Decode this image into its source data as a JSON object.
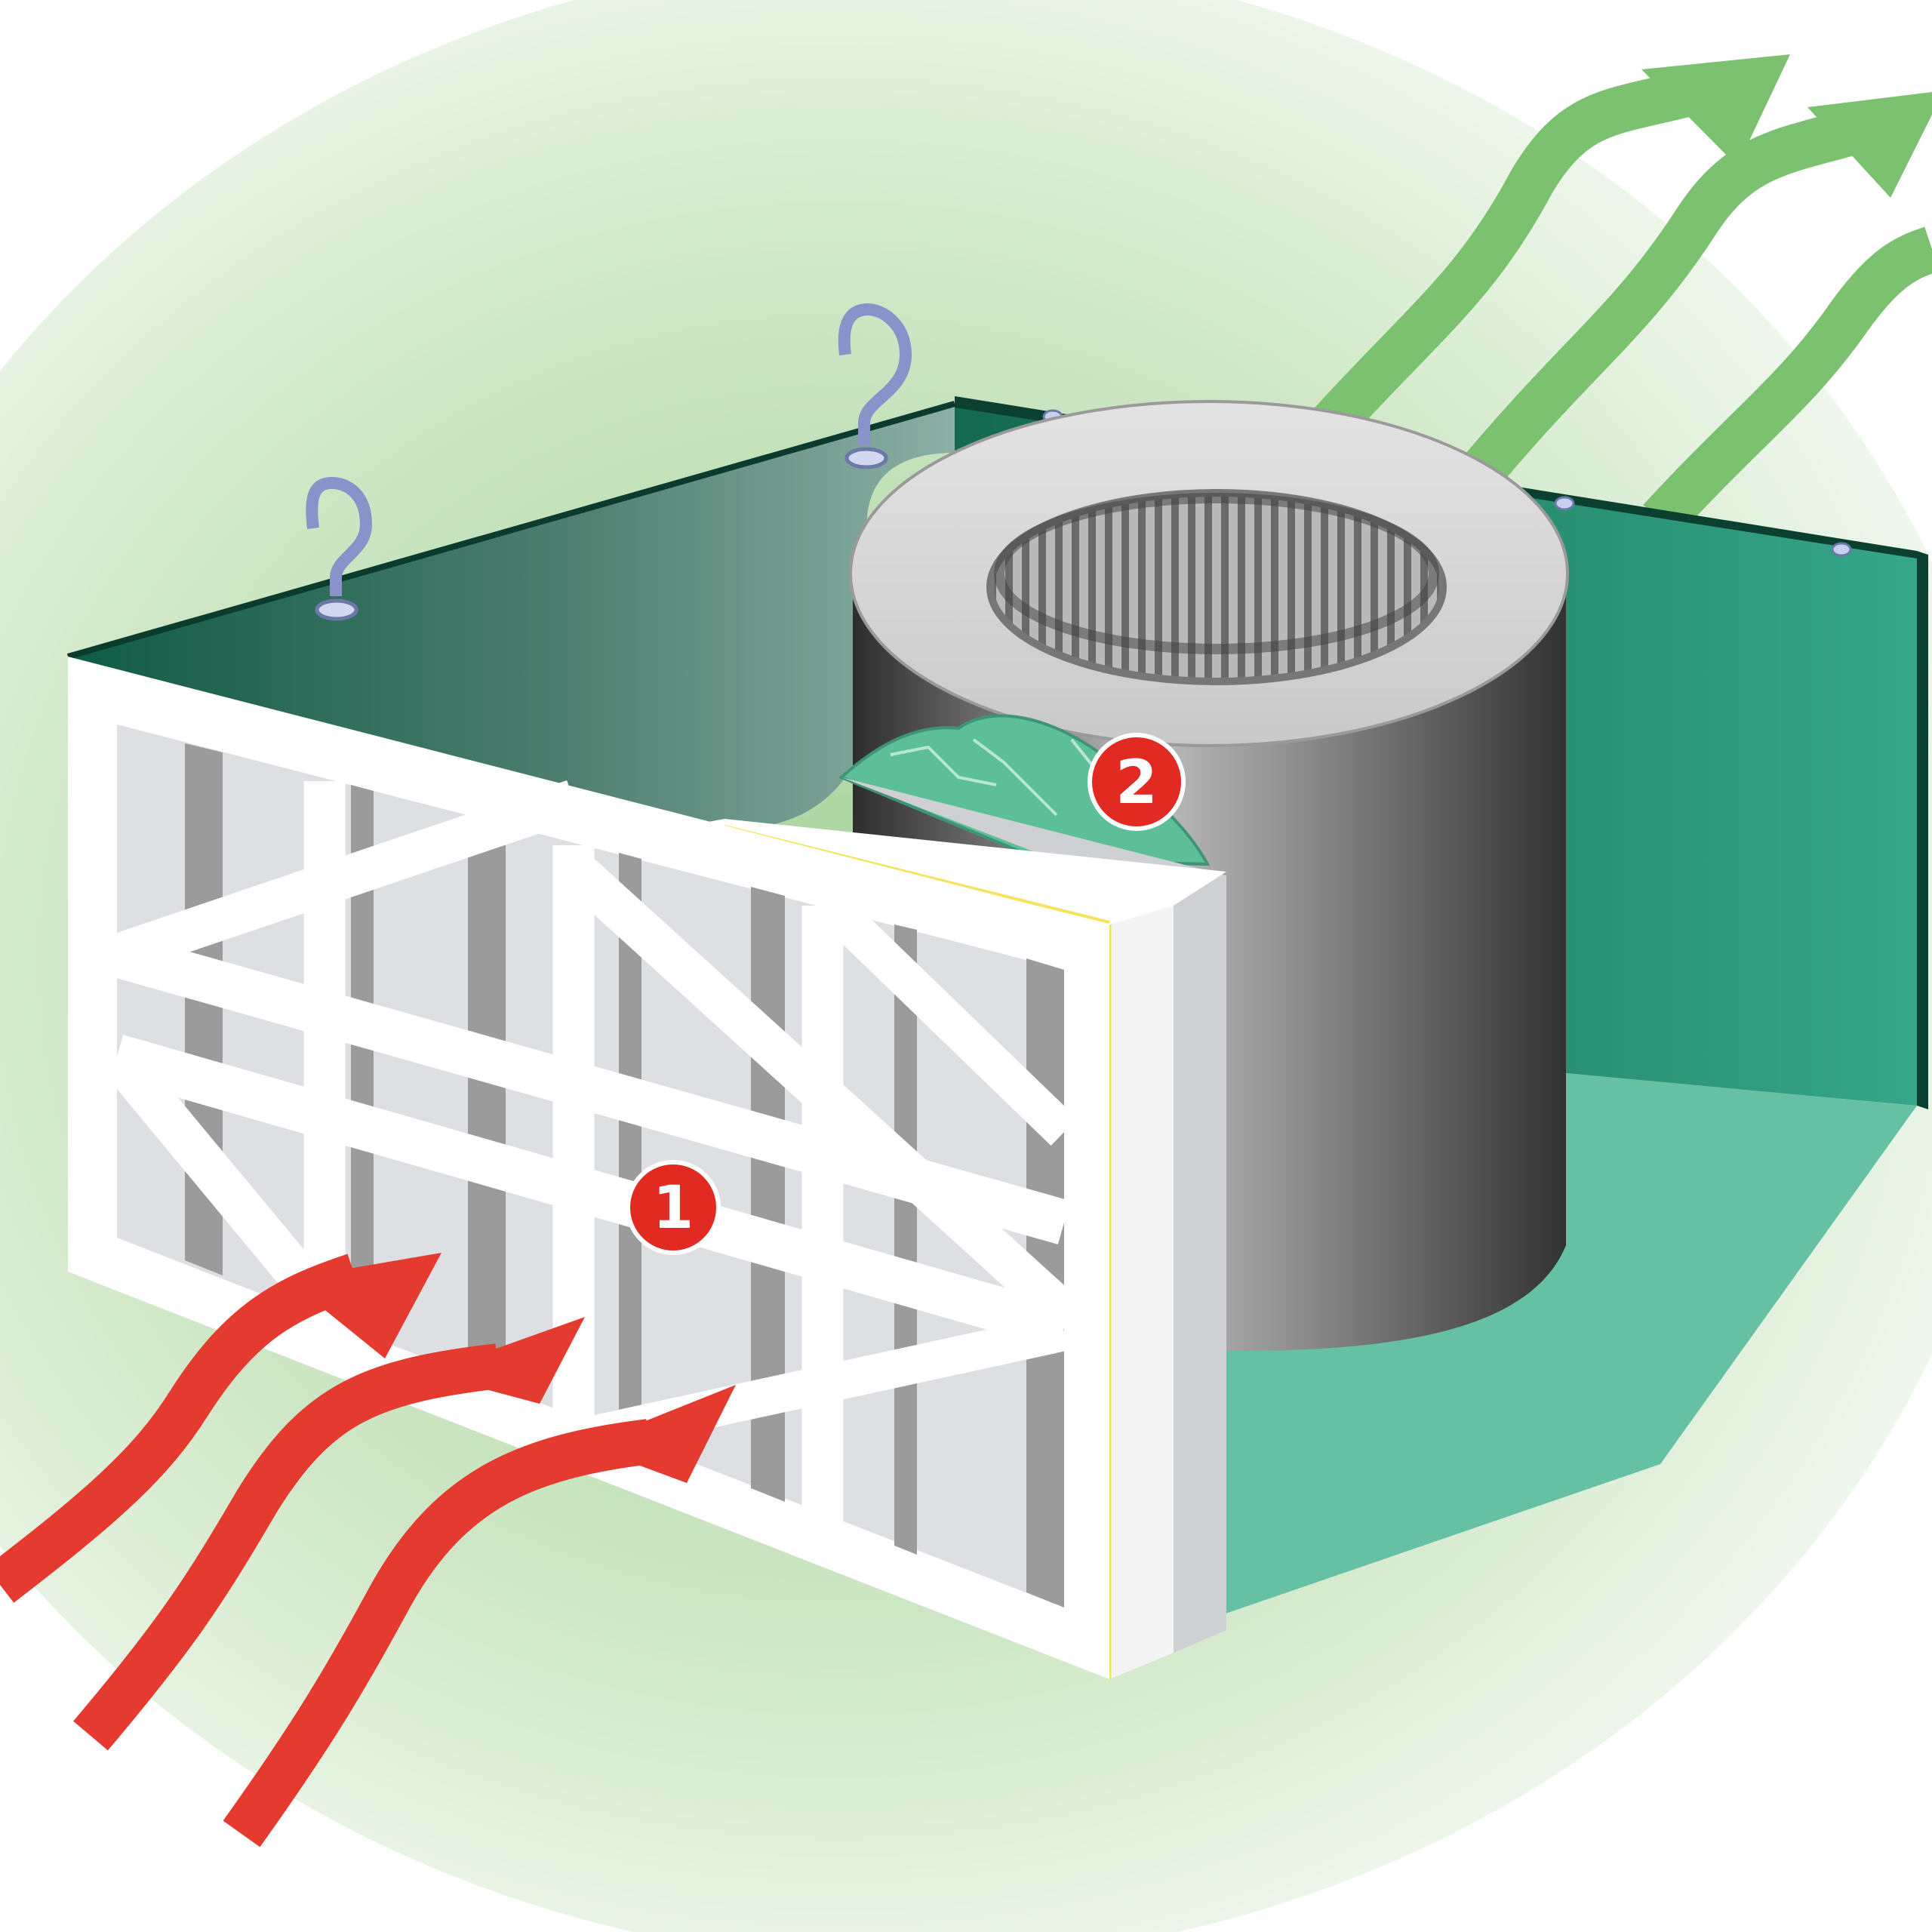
{
  "colors": {
    "background_glow": "#b9dcae",
    "housing_dark": "#0b4f3c",
    "housing_light": "#2f9a7f",
    "housing_top": "#7aa79a",
    "housing_floor": "#66c0a4",
    "filter_frame": "#ffffff",
    "filter_pleat_light": "#dedfe3",
    "filter_pleat_dark": "#9b9b9b",
    "cylinder_light": "#d4d4d4",
    "cylinder_dark": "#3a3a3a",
    "carbon_media": "#5cbf97",
    "hook": "#b9c0e6",
    "intake_arrow": "#e53a2f",
    "exhaust_arrow": "#7cc170",
    "marker_fill": "#e02a22",
    "marker_text": "#ffffff"
  },
  "icons": [
    "eye-hook-icon",
    "intake-arrow-icon",
    "exhaust-arrow-icon"
  ],
  "markers": [
    {
      "label": "1",
      "part": "pleated-prefilter"
    },
    {
      "label": "2",
      "part": "cylindrical-filter"
    }
  ]
}
